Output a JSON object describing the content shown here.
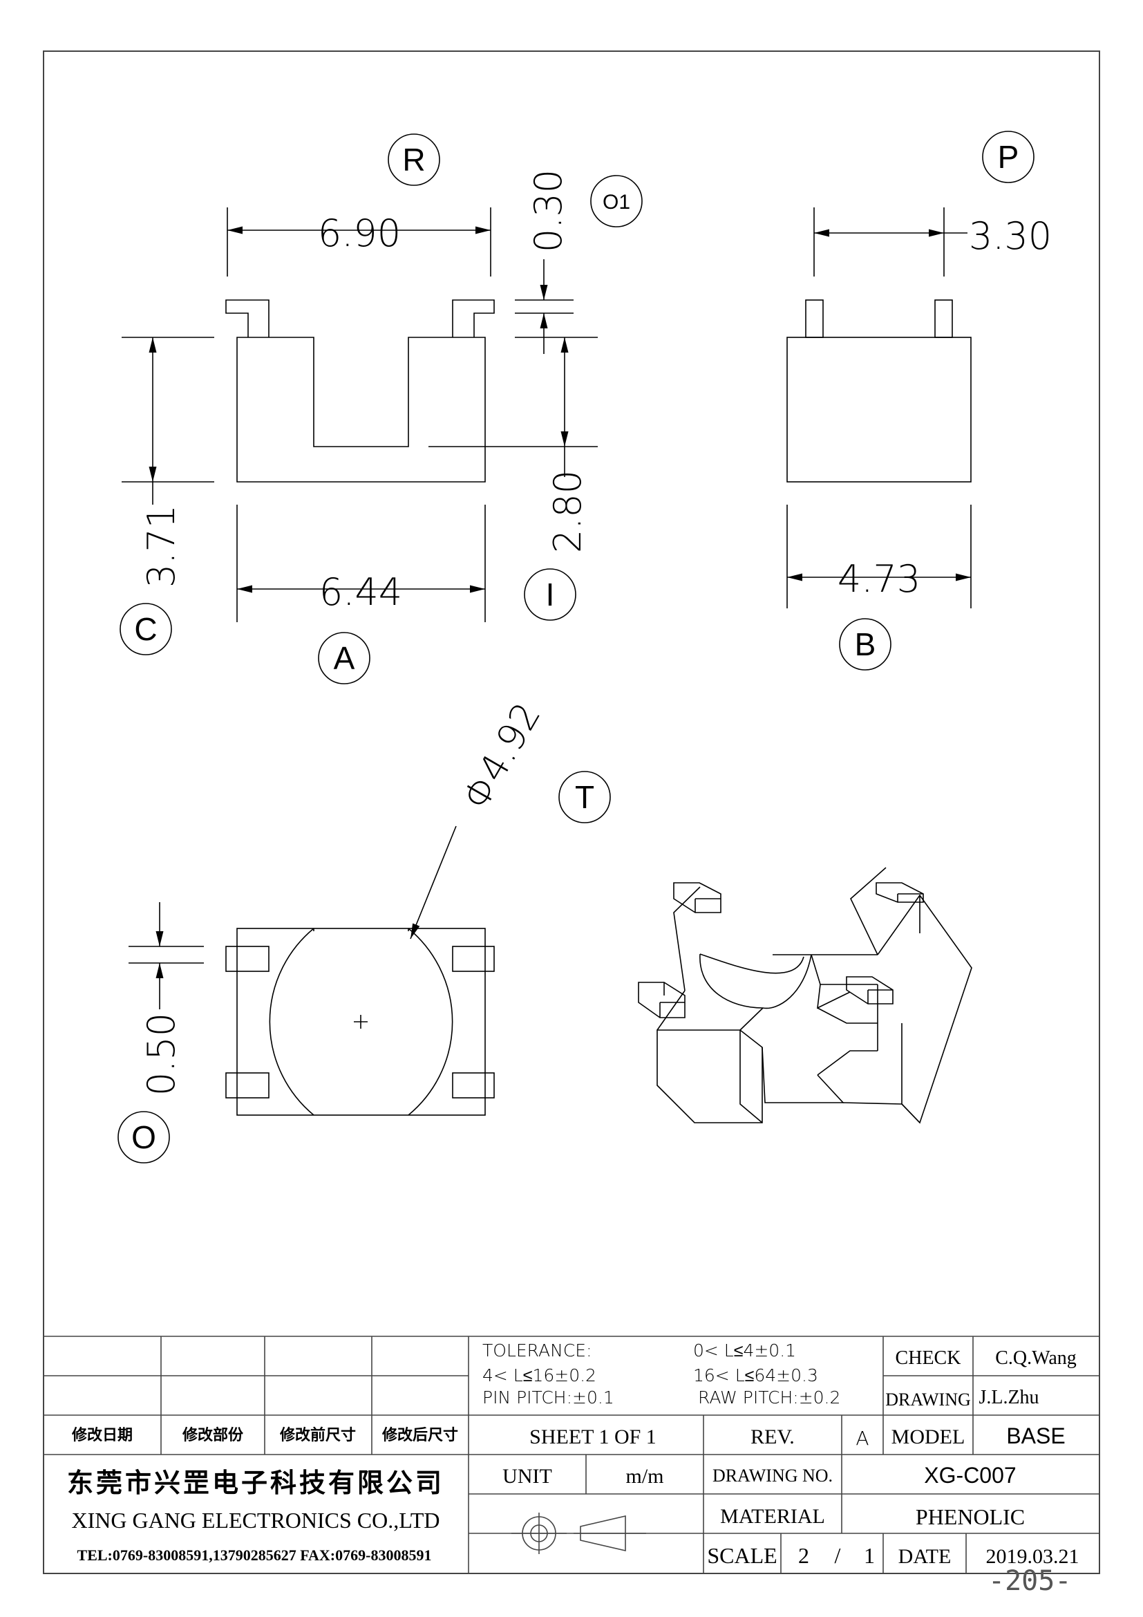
{
  "views": {
    "front": {
      "label": "R",
      "circle_label": "O1",
      "width_top": "6.90",
      "pin_offset": "0.30",
      "height": "3.71",
      "height_label": "C",
      "width_bottom": "6.44",
      "width_bottom_label": "A",
      "slot_depth": "2.80",
      "slot_label": "I"
    },
    "side": {
      "label": "P",
      "pin_span": "3.30",
      "width": "4.73",
      "width_label": "B"
    },
    "top": {
      "label": "O",
      "pin_width": "0.50",
      "diameter": "Φ4.92"
    },
    "iso": {
      "label": "T"
    }
  },
  "title_block": {
    "revision_headers": [
      "修改日期",
      "修改部份",
      "修改前尺寸",
      "修改后尺寸"
    ],
    "tolerance": {
      "title": "TOLERANCE:",
      "r1": "0< L≤4±0.1",
      "r2": "4< L≤16±0.2",
      "r3": "16< L≤64±0.3",
      "pin": "PIN PITCH:±0.1",
      "raw": "RAW PITCH:±0.2"
    },
    "check_label": "CHECK",
    "check_value": "C.Q.Wang",
    "drawing_label": "DRAWING",
    "drawing_value": "J.L.Zhu",
    "sheet": "SHEET 1 OF 1",
    "rev_label": "REV.",
    "rev_value": "A",
    "model_label": "MODEL",
    "model_value": "BASE",
    "company_cn": "东莞市兴罡电子科技有限公司",
    "company_en": "XING GANG ELECTRONICS CO.,LTD",
    "contact": "TEL:0769-83008591,13790285627 FAX:0769-83008591",
    "unit_label": "UNIT",
    "unit_value": "m/m",
    "drawing_no_label": "DRAWING NO.",
    "drawing_no_value": "XG-C007",
    "material_label": "MATERIAL",
    "material_value": "PHENOLIC",
    "scale_label": "SCALE",
    "scale_num": "2",
    "scale_slash": "/",
    "scale_den": "1",
    "date_label": "DATE",
    "date_value": "2019.03.21"
  },
  "page_number": "-205-"
}
